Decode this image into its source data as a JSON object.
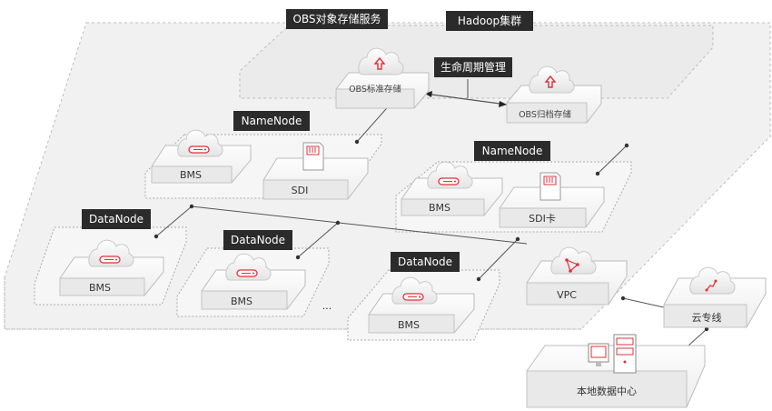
{
  "title_obs": "OBS对象存储服务",
  "title_hadoop": "Hadoop集群",
  "lifecycle_label": "生命周期管理",
  "obs_standard_label": "OBS标准存储",
  "obs_archive_label": "OBS归档存储",
  "namenode_left": {
    "tag": "NameNode",
    "bms": "BMS",
    "sdi": "SDI"
  },
  "namenode_right": {
    "tag": "NameNode",
    "bms": "BMS",
    "sdi": "SDI卡"
  },
  "datanode_1": {
    "tag": "DataNode",
    "bms": "BMS"
  },
  "datanode_2": {
    "tag": "DataNode",
    "bms": "BMS"
  },
  "datanode_3": {
    "tag": "DataNode",
    "bms": "BMS"
  },
  "ellipsis": "...",
  "vpc_label": "VPC",
  "direct_connect_label": "云专线",
  "datacenter_label": "本地数据中心",
  "colors": {
    "accent": "#e0303a",
    "tag_bg": "#2b2b2b",
    "line": "#555555"
  },
  "icons": [
    "cloud-server-icon",
    "cloud-upload-icon",
    "sd-card-icon",
    "cloud-network-icon",
    "cloud-link-icon",
    "datacenter-icon"
  ]
}
